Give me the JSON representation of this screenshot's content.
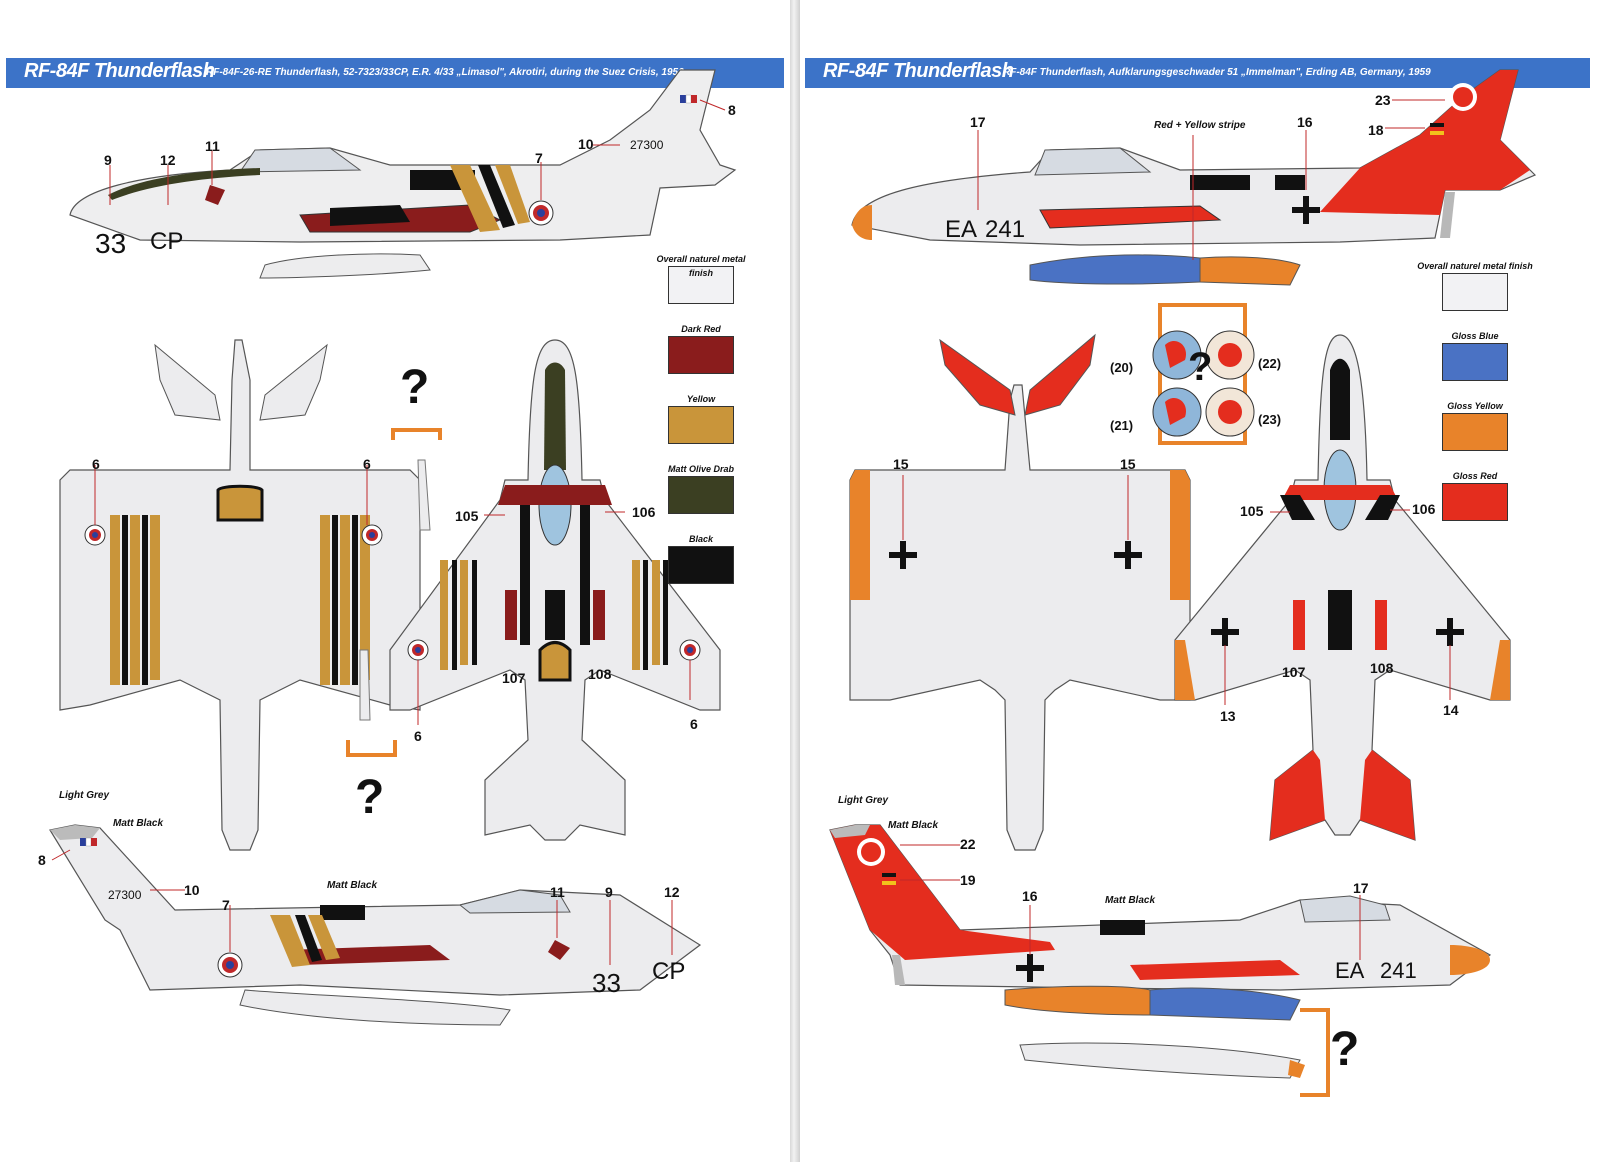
{
  "left": {
    "title": "RF-84F Thunderflash",
    "subtitle": "RF-84F-26-RE Thunderflash, 52-7323/33CP, E.R. 4/33 „Limasol\", Akrotiri, during the Suez Crisis, 1956",
    "serial": "27300",
    "code_number": "33",
    "code_letters": "CP",
    "colors": [
      {
        "label": "Overall naturel metal finish",
        "hex": "#f2f2f4"
      },
      {
        "label": "Dark Red",
        "hex": "#8a1c1c"
      },
      {
        "label": "Yellow",
        "hex": "#c9953a"
      },
      {
        "label": "Matt Olive Drab",
        "hex": "#3b3f22"
      },
      {
        "label": "Black",
        "hex": "#111111"
      }
    ],
    "callouts": {
      "c6a": "6",
      "c6b": "6",
      "c6c": "6",
      "c6d": "6",
      "c7a": "7",
      "c7b": "7",
      "c8a": "8",
      "c8b": "8",
      "c9a": "9",
      "c9b": "9",
      "c10a": "10",
      "c10b": "10",
      "c11a": "11",
      "c11b": "11",
      "c12a": "12",
      "c12b": "12",
      "c105": "105",
      "c106": "106",
      "c107": "107",
      "c108": "108"
    },
    "notes": {
      "light_grey": "Light Grey",
      "matt_black_a": "Matt Black",
      "matt_black_b": "Matt Black"
    },
    "question": "?"
  },
  "right": {
    "title": "RF-84F Thunderflash",
    "subtitle": "RF-84F Thunderflash, Aufklarungsgeschwader 51 „Immelman\", Erding AB, Germany, 1959",
    "code": "EA",
    "number": "241",
    "colors": [
      {
        "label": "Overall naturel metal finish",
        "hex": "#f2f2f4"
      },
      {
        "label": "Gloss Blue",
        "hex": "#4a72c4"
      },
      {
        "label": "Gloss Yellow",
        "hex": "#e8832a"
      },
      {
        "label": "Gloss Red",
        "hex": "#e42d1e"
      }
    ],
    "callouts": {
      "c13": "13",
      "c14": "14",
      "c15a": "15",
      "c15b": "15",
      "c16a": "16",
      "c16b": "16",
      "c17a": "17",
      "c17b": "17",
      "c18": "18",
      "c19": "19",
      "c22": "22",
      "c23": "23",
      "c105": "105",
      "c106": "106",
      "c107": "107",
      "c108": "108",
      "e20": "(20)",
      "e21": "(21)",
      "e22": "(22)",
      "e23": "(23)"
    },
    "notes": {
      "stripe": "Red + Yellow stripe",
      "light_grey": "Light Grey",
      "matt_black_a": "Matt Black",
      "matt_black_b": "Matt Black"
    },
    "question": "?"
  }
}
